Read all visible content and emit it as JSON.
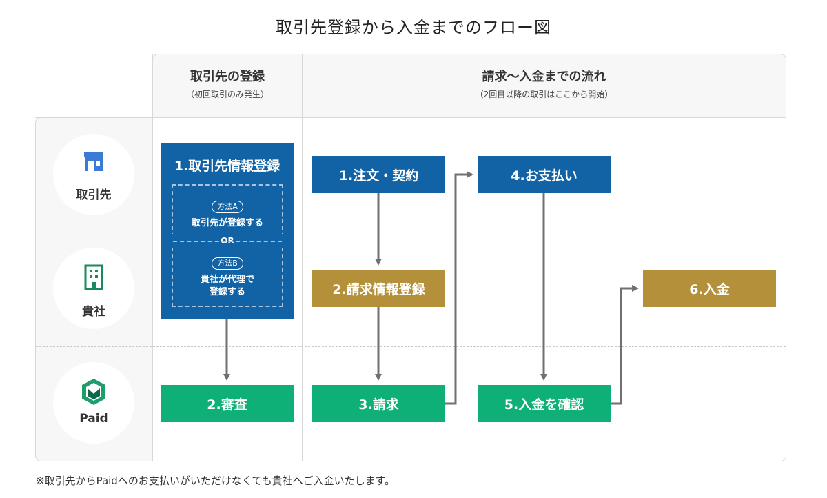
{
  "title": "取引先登録から入金までのフロー図",
  "columns": {
    "registration": {
      "title": "取引先の登録",
      "subtitle": "（初回取引のみ発生）"
    },
    "flow": {
      "title": "請求〜入金までの流れ",
      "subtitle": "（2回目以降の取引はここから開始）"
    }
  },
  "lanes": {
    "partner": {
      "label": "取引先",
      "icon": "store-icon"
    },
    "company": {
      "label": "貴社",
      "icon": "building-icon"
    },
    "paid": {
      "label": "Paid",
      "icon": "paid-logo"
    }
  },
  "registration_box": {
    "title": "1.取引先情報登録",
    "method_a": {
      "badge": "方法A",
      "text": "取引先が登録する"
    },
    "or": "OR",
    "method_b": {
      "badge": "方法B",
      "text1": "貴社が代理で",
      "text2": "登録する"
    }
  },
  "steps": {
    "review": "2.審査",
    "order": "1.注文・契約",
    "invoice_reg": "2.請求情報登録",
    "invoice": "3.請求",
    "payment": "4.お支払い",
    "confirm": "5.入金を確認",
    "deposit": "6.入金"
  },
  "colors": {
    "blue": "#1263a5",
    "gold": "#b4903a",
    "green": "#0fb077",
    "arrow": "#707070"
  },
  "footnote": "※取引先からPaidへのお支払いがいただけなくても貴社へご入金いたします。"
}
